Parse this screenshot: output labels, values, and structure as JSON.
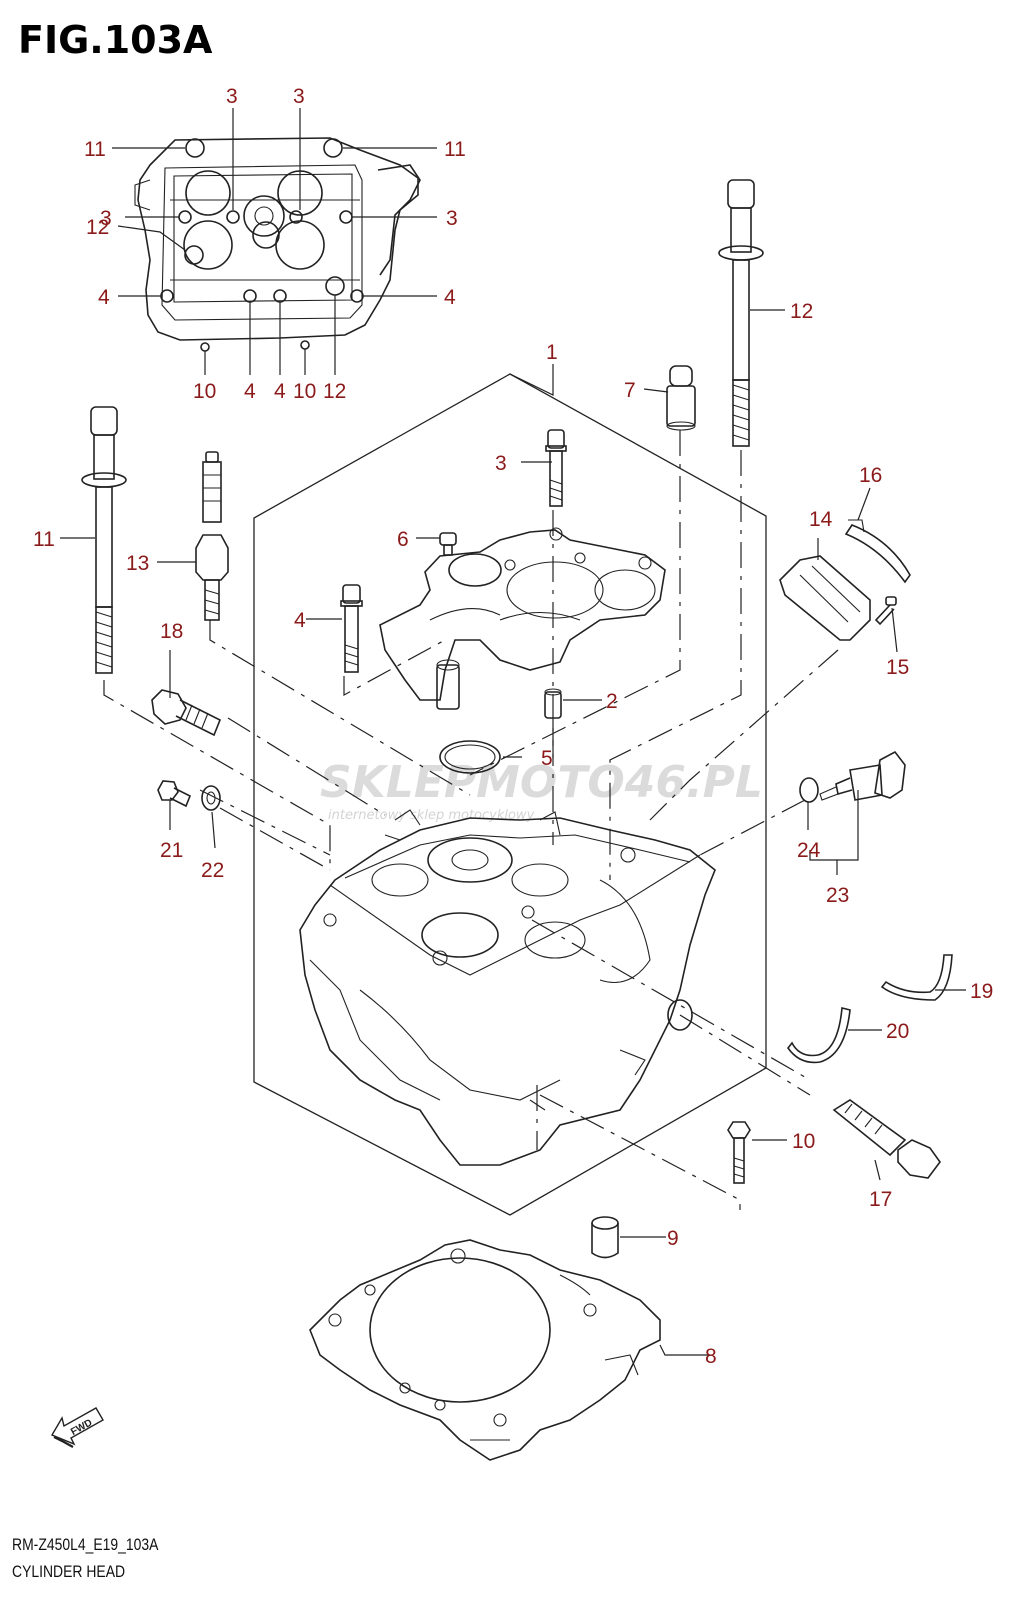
{
  "figure": {
    "title": "FIG.103A",
    "code": "RM-Z450L4_E19_103A",
    "name": "CYLINDER HEAD"
  },
  "watermark": {
    "brand": "SKLEPMOTO46.PL",
    "tagline": "internetowy sklep motocyklowy"
  },
  "icons": {
    "fwd_arrow": "fwd-arrow-icon",
    "fwd_text": "FWD"
  },
  "callouts": {
    "c1": "1",
    "c2": "2",
    "c3a": "3",
    "c3b": "3",
    "c3c": "3",
    "c3d": "3",
    "c3e": "3",
    "c4a": "4",
    "c4b": "4",
    "c4c": "4",
    "c4d": "4",
    "c4e": "4",
    "c5": "5",
    "c6": "6",
    "c7": "7",
    "c8": "8",
    "c9": "9",
    "c10a": "10",
    "c10b": "10",
    "c10c": "10",
    "c11a": "11",
    "c11b": "11",
    "c11c": "11",
    "c12a": "12",
    "c12b": "12",
    "c12c": "12",
    "c13": "13",
    "c14": "14",
    "c15": "15",
    "c16": "16",
    "c17": "17",
    "c18": "18",
    "c19": "19",
    "c20": "20",
    "c21": "21",
    "c22": "22",
    "c23": "23",
    "c24": "24"
  }
}
